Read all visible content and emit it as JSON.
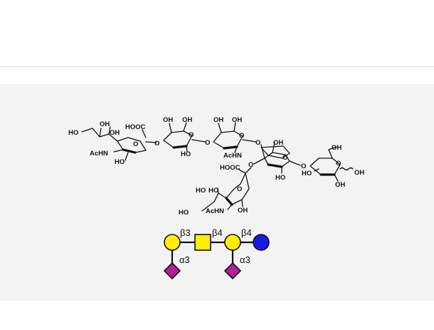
{
  "structure": {
    "neu5ac_top": {
      "ho_left": "HO",
      "oh_top1": "OH",
      "oh_top2": "OH",
      "nac": "AcHN",
      "ho_bottom": "HO",
      "cooh": "HOOC",
      "ring_o": "O"
    },
    "gal1": {
      "oh1": "OH",
      "oh2": "OH",
      "ho": "HO",
      "ring_o": "O"
    },
    "glcnac": {
      "oh1": "OH",
      "oh2": "OH",
      "nac": "AcHN",
      "ring_o": "O"
    },
    "gal2": {
      "oh": "OH",
      "ho": "HO",
      "ring_o": "O"
    },
    "glc": {
      "oh": "OH",
      "ho": "HO",
      "oh_bottom": "OH",
      "oh_right": "OH",
      "ring_o": "O"
    },
    "neu5ac_bottom": {
      "cooh": "HOOC",
      "ho1": "HO",
      "ho2": "HO",
      "ho_left": "HO",
      "nac": "AcHN",
      "oh": "OH",
      "ring_o": "O"
    },
    "glycosidic_o": [
      "O",
      "O",
      "O",
      "O",
      "O"
    ]
  },
  "symbol_nomenclature": {
    "links": [
      "β3",
      "β4",
      "β4",
      "α3",
      "α3"
    ],
    "colors": {
      "galactose": "#ffee00",
      "glcnac": "#ffee00",
      "glucose": "#1a1ae6",
      "neu5ac": "#b0209a"
    },
    "icons": [
      "circle-yellow",
      "square-yellow",
      "circle-yellow",
      "circle-blue",
      "diamond-purple",
      "diamond-purple"
    ]
  }
}
